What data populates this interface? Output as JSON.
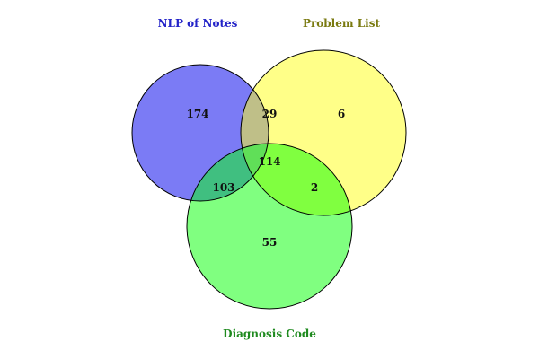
{
  "venn": {
    "sets": [
      {
        "key": "nlp",
        "label": "NLP of Notes",
        "color": "#7b7bf5",
        "label_color": "#2323c8"
      },
      {
        "key": "problem",
        "label": "Problem List",
        "color": "#ffff88",
        "label_color": "#7a7a10"
      },
      {
        "key": "diagnosis",
        "label": "Diagnosis Code",
        "color": "#80ff80",
        "label_color": "#1f8a1f"
      }
    ],
    "regions": {
      "nlp_only": "174",
      "problem_only": "6",
      "diagnosis_only": "55",
      "nlp_problem": "29",
      "nlp_diagnosis": "103",
      "problem_diagnosis": "2",
      "all_three": "114"
    },
    "overlap_colors": {
      "nlp_problem": "#bfbf88",
      "nlp_diagnosis": "#40bf80",
      "problem_diagnosis": "#80ff40",
      "all_three": "#60df58"
    }
  }
}
